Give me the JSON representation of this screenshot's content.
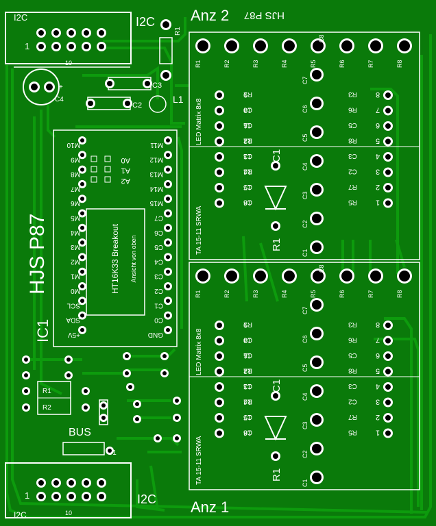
{
  "board": {
    "title": "HJS P87",
    "mirror_title": "HJS P87",
    "ic_label": "IC1",
    "bus_label": "BUS",
    "colors": {
      "board": "#0a7a0a",
      "trace": "#0d9b0d",
      "silk": "#ffffff",
      "pad": "#000000"
    }
  },
  "connectors": {
    "top": {
      "label": "I2C",
      "pin1": "1",
      "pin10": "10",
      "mirror": "I2C"
    },
    "bottom": {
      "label": "I2C",
      "pin1": "1",
      "pin10": "10",
      "mirror": "I2C"
    }
  },
  "components": {
    "r1": "R1",
    "c3": "C3",
    "c2": "C2",
    "l1": "L1",
    "c4": "C4",
    "r1_low": "R1",
    "r2_low": "R2",
    "c1_low": "C1"
  },
  "breakout": {
    "title": "HT16K33 Breakout",
    "subtitle": "Ansicht von oben",
    "left_pins": [
      "M10",
      "M9",
      "M8",
      "M7",
      "M6",
      "M5",
      "M4",
      "M3",
      "M2",
      "M1",
      "M0",
      "SCL",
      "SDA",
      "+5V"
    ],
    "right_pins": [
      "M11",
      "M12",
      "M13",
      "M14",
      "M15",
      "C7",
      "C6",
      "C5",
      "C4",
      "C3",
      "C2",
      "C1",
      "C0",
      "GND"
    ],
    "addr": [
      "A0",
      "A1",
      "A2"
    ]
  },
  "displays": [
    {
      "name": "Anz 2",
      "r_top": [
        "R1",
        "R2",
        "R3",
        "R4",
        "R5",
        "R6",
        "R7",
        "R8"
      ],
      "c8": "C8",
      "left_names": [
        "R1",
        "C4",
        "C6",
        "R4",
        "C1",
        "R2",
        "C7",
        "C8"
      ],
      "left_nums": [
        "9",
        "10",
        "11",
        "12",
        "13",
        "14",
        "15",
        "16"
      ],
      "right_names": [
        "R3",
        "R6",
        "C5",
        "R8",
        "C3",
        "C2",
        "R7",
        "R5"
      ],
      "right_nums": [
        "8",
        "7",
        "6",
        "5",
        "4",
        "3",
        "2",
        "1"
      ],
      "c_col": [
        "C7",
        "C6",
        "C5",
        "C4",
        "C3",
        "C2",
        "C1"
      ],
      "side1": "LED Matrix 8x8",
      "side2": "TA 15-11 SRWA",
      "diode_top": "C1",
      "diode_bottom": "R1"
    },
    {
      "name": "Anz 1",
      "r_top": [
        "R1",
        "R2",
        "R3",
        "R4",
        "R5",
        "R6",
        "R7",
        "R8"
      ],
      "c8": "C8",
      "left_names": [
        "R1",
        "C4",
        "C6",
        "R4",
        "C1",
        "R2",
        "C7",
        "C8"
      ],
      "left_nums": [
        "9",
        "10",
        "11",
        "12",
        "13",
        "14",
        "15",
        "16"
      ],
      "right_names": [
        "R3",
        "R6",
        "C5",
        "R8",
        "C3",
        "C2",
        "R7",
        "R5"
      ],
      "right_nums": [
        "8",
        "7",
        "6",
        "5",
        "4",
        "3",
        "2",
        "1"
      ],
      "c_col": [
        "C7",
        "C6",
        "C5",
        "C4",
        "C3",
        "C2",
        "C1"
      ],
      "side1": "LED Matrix 8x8",
      "side2": "TA 15-11 SRWA",
      "diode_top": "C1",
      "diode_bottom": "R1"
    }
  ]
}
